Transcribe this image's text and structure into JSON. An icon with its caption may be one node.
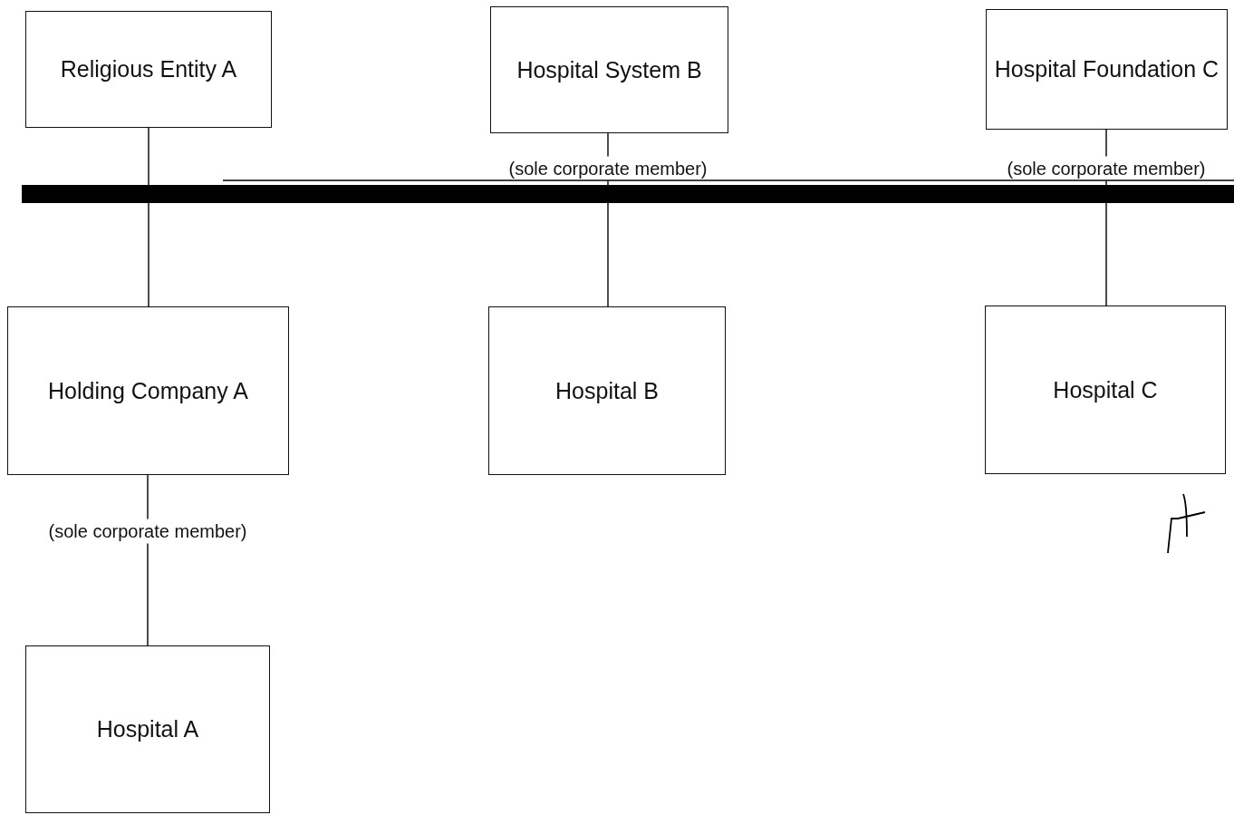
{
  "diagram": {
    "nodes": [
      {
        "text": [
          "Religious Entity A"
        ]
      },
      {
        "text": [
          "Hospital System B"
        ]
      },
      {
        "text": [
          "Hospital Foundation C"
        ]
      },
      {
        "text": [
          "Holding Company A"
        ]
      },
      {
        "text": [
          "Hospital B"
        ]
      },
      {
        "text": [
          "Hospital C"
        ]
      },
      {
        "text": [
          "Hospital A"
        ]
      }
    ],
    "edges": [
      {
        "from": 0,
        "to": 3,
        "arrow": "none"
      },
      {
        "from": 1,
        "to": 4,
        "arrow": "none",
        "label": "(sole corporate member)"
      },
      {
        "from": 2,
        "to": 5,
        "arrow": "none",
        "label": "(sole corporate member)"
      },
      {
        "from": 3,
        "to": 6,
        "arrow": "none",
        "label": "(sole corporate member)"
      }
    ]
  }
}
